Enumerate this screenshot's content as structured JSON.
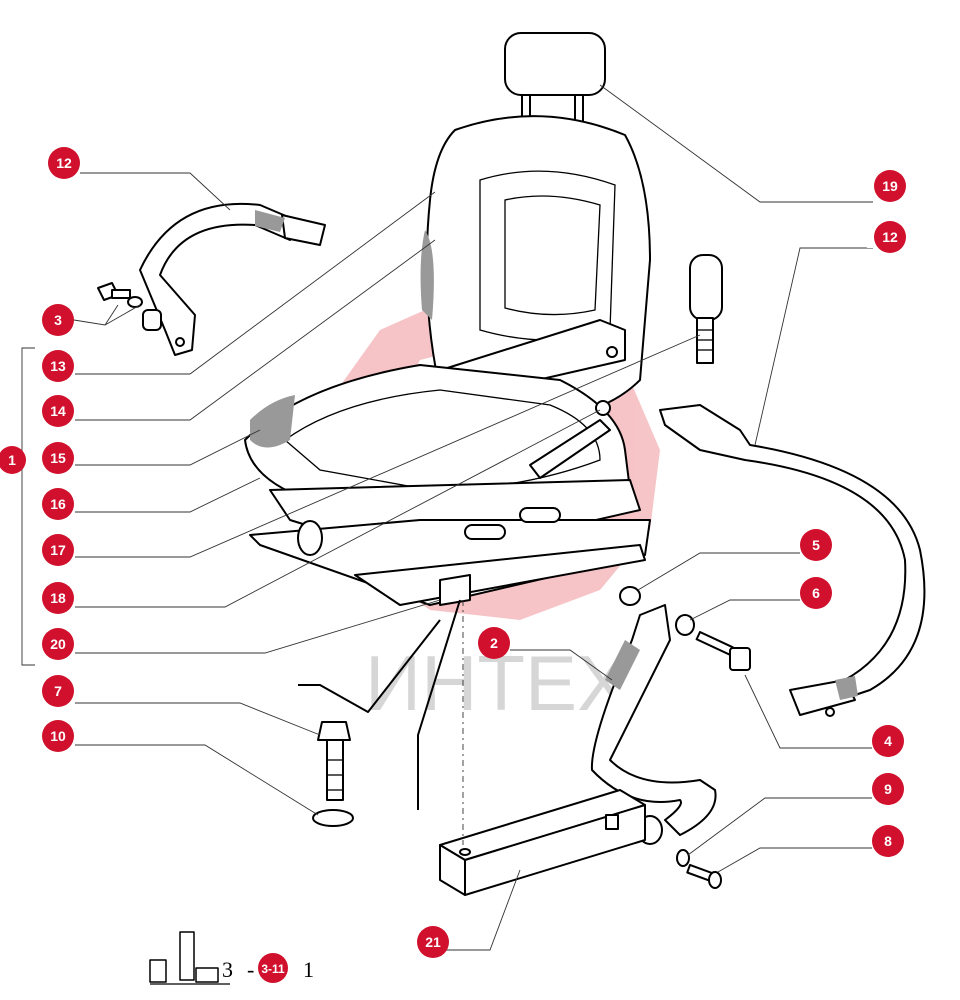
{
  "watermark": {
    "text": "ИНТЕХ",
    "color": "#e0303a"
  },
  "callout_color": "#d0102c",
  "callouts": [
    {
      "id": "12a",
      "label": "12",
      "prefix": "1"
    },
    {
      "id": "3",
      "label": "3",
      "prefix": ""
    },
    {
      "id": "13",
      "label": "13",
      "prefix": "1"
    },
    {
      "id": "14",
      "label": "14",
      "prefix": "1"
    },
    {
      "id": "1",
      "label": "1",
      "prefix": ""
    },
    {
      "id": "15",
      "label": "15",
      "prefix": "1"
    },
    {
      "id": "16",
      "label": "16",
      "prefix": "1"
    },
    {
      "id": "17",
      "label": "17",
      "prefix": "1"
    },
    {
      "id": "18",
      "label": "18",
      "prefix": "1"
    },
    {
      "id": "20",
      "label": "20",
      "prefix": "2"
    },
    {
      "id": "7",
      "label": "7",
      "prefix": ""
    },
    {
      "id": "10",
      "label": "10",
      "prefix": "1"
    },
    {
      "id": "19",
      "label": "19",
      "prefix": "1"
    },
    {
      "id": "12b",
      "label": "12",
      "prefix": "1"
    },
    {
      "id": "5",
      "label": "5",
      "prefix": ""
    },
    {
      "id": "6",
      "label": "6",
      "prefix": ""
    },
    {
      "id": "2",
      "label": "2",
      "prefix": ""
    },
    {
      "id": "4",
      "label": "4",
      "prefix": ""
    },
    {
      "id": "9",
      "label": "9",
      "prefix": ""
    },
    {
      "id": "8",
      "label": "8",
      "prefix": ""
    },
    {
      "id": "21",
      "label": "21",
      "prefix": "2"
    }
  ],
  "footer": {
    "prefix": "3",
    "dash": "-",
    "label": "3-11",
    "suffix": "1"
  }
}
